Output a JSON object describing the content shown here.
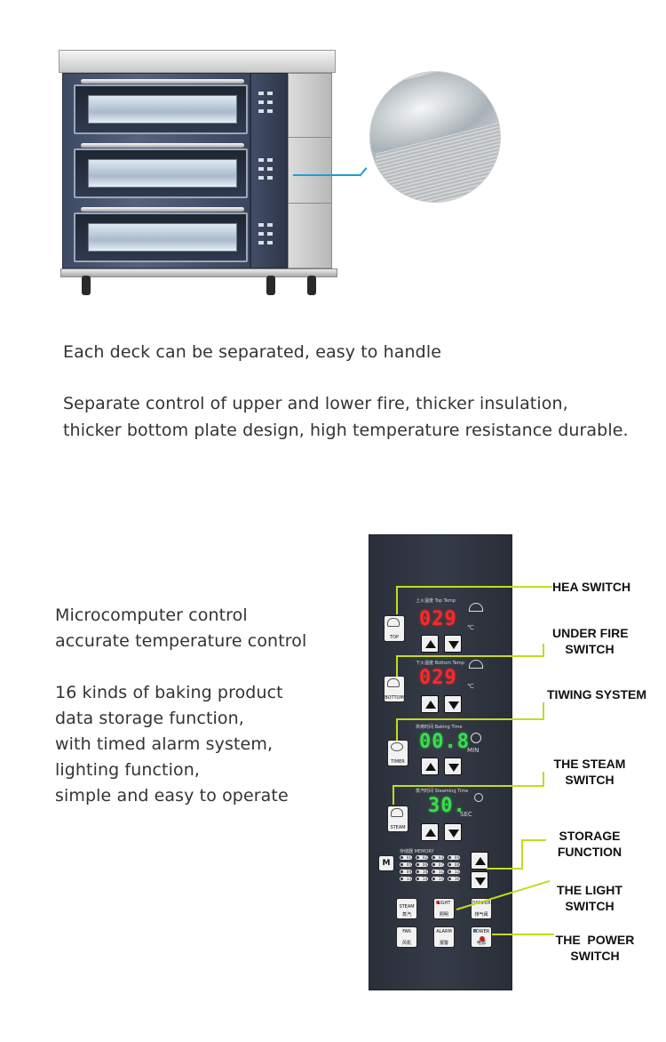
{
  "section1": {
    "lines": [
      "Each deck can be separated, easy to handle",
      "Separate control of upper and lower fire, thicker insulation,",
      "thicker bottom plate design, high temperature resistance durable."
    ]
  },
  "section2": {
    "lines": [
      "Microcomputer control",
      "accurate temperature control",
      "16 kinds of baking product",
      "data storage function,",
      "with timed alarm system,",
      "lighting function,",
      "simple and easy to operate"
    ]
  },
  "panel": {
    "top_label_cn": "上火温度",
    "top_label_en": "Top Temp",
    "top_value": "029",
    "top_unit": "℃",
    "top_btn": "TOP",
    "bottom_label_cn": "下火温度",
    "bottom_label_en": "Bottom Temp",
    "bottom_value": "029",
    "bottom_unit": "℃",
    "bottom_btn": "BOTTOM",
    "timer_label_cn": "烘烤时间",
    "timer_label_en": "Baking Time",
    "timer_value": "00.8",
    "timer_unit": "MIN",
    "timer_btn": "TIMER",
    "steam_label_cn": "蒸汽时间",
    "steam_label_en": "Steaming Time",
    "steam_value": "30.",
    "steam_unit": "SEC",
    "steam_btn": "STEAM",
    "memory_label_cn": "存储器",
    "memory_label_en": "MEMORY",
    "memory_btn": "M",
    "memory_slots": [
      "01",
      "02",
      "03",
      "04",
      "05",
      "06",
      "07",
      "08",
      "09",
      "10",
      "11",
      "12",
      "13",
      "14",
      "15",
      "16"
    ],
    "bottom_row1": [
      {
        "label": "STEAM",
        "sub": "蒸汽"
      },
      {
        "label": "LIGHT",
        "sub": "照明"
      },
      {
        "label": "DAMPER",
        "sub": "排气阀"
      }
    ],
    "bottom_row2": [
      {
        "label": "FAN",
        "sub": "风机"
      },
      {
        "label": "ALARM",
        "sub": "报警"
      },
      {
        "label": "POWER",
        "sub": "电源"
      }
    ]
  },
  "callouts": [
    {
      "line1": "HEA SWITCH",
      "line2": ""
    },
    {
      "line1": "UNDER FIRE",
      "line2": "SWITCH"
    },
    {
      "line1": "TIWING SYSTEM",
      "line2": ""
    },
    {
      "line1": "THE STEAM",
      "line2": "SWITCH"
    },
    {
      "line1": "STORAGE",
      "line2": "FUNCTION"
    },
    {
      "line1": "THE LIGHT",
      "line2": "SWITCH"
    },
    {
      "line1": "THE  POWER",
      "line2": "SWITCH"
    }
  ],
  "colors": {
    "callout_line": "#c4dc1c",
    "pointer_line": "#1a9fd8",
    "display_red": "#ff2828",
    "display_green": "#38e04a",
    "panel_bg": "#2f3440"
  }
}
